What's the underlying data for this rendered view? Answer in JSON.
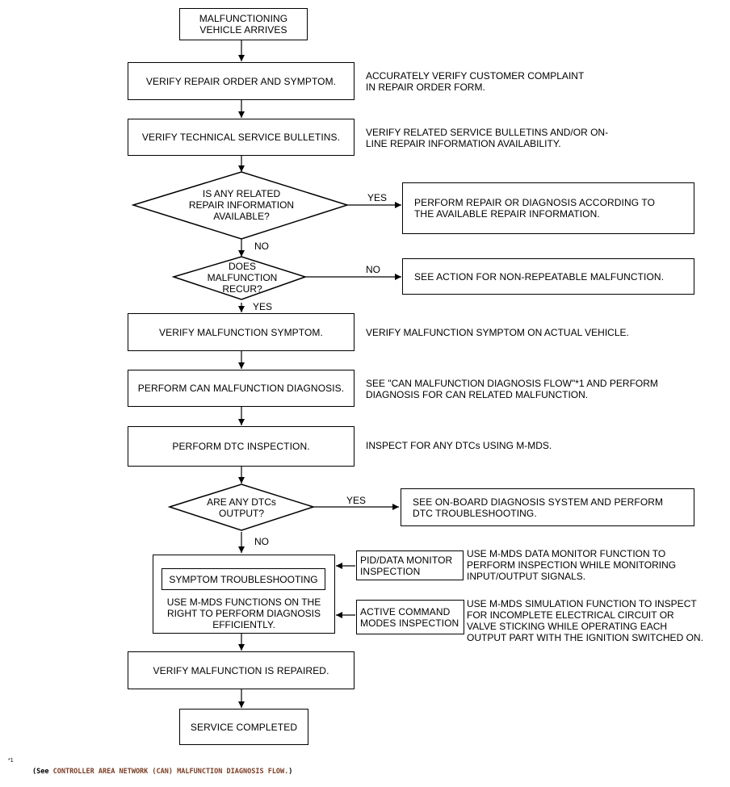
{
  "start": "MALFUNCTIONING\nVEHICLE ARRIVES",
  "steps": {
    "verify_repair_order": "VERIFY REPAIR ORDER AND SYMPTOM.",
    "verify_tsb": "VERIFY TECHNICAL SERVICE BULLETINS.",
    "verify_symptom": "VERIFY MALFUNCTION SYMPTOM.",
    "can_diag": "PERFORM CAN MALFUNCTION DIAGNOSIS.",
    "dtc_inspection": "PERFORM DTC INSPECTION.",
    "verify_repaired": "VERIFY MALFUNCTION IS REPAIRED.",
    "completed": "SERVICE COMPLETED"
  },
  "decisions": {
    "repair_info": "IS ANY RELATED\nREPAIR INFORMATION\nAVAILABLE?",
    "recur": "DOES\nMALFUNCTION\nRECUR?",
    "dtcs": "ARE ANY DTCs\nOUTPUT?"
  },
  "outcomes": {
    "repair_info_yes": "PERFORM REPAIR OR DIAGNOSIS ACCORDING TO\nTHE AVAILABLE REPAIR INFORMATION.",
    "recur_no": "SEE ACTION FOR NON-REPEATABLE MALFUNCTION.",
    "dtcs_yes": "SEE ON-BOARD DIAGNOSIS SYSTEM AND PERFORM\nDTC TROUBLESHOOTING."
  },
  "labels": {
    "yes": "YES",
    "no": "NO"
  },
  "notes": {
    "repair_order": "ACCURATELY VERIFY CUSTOMER COMPLAINT\nIN REPAIR ORDER FORM.",
    "tsb": "VERIFY RELATED SERVICE BULLETINS AND/OR ON-\nLINE REPAIR INFORMATION AVAILABILITY.",
    "symptom": "VERIFY MALFUNCTION SYMPTOM ON ACTUAL VEHICLE.",
    "can": "SEE \"CAN MALFUNCTION DIAGNOSIS FLOW\"*1 AND PERFORM\nDIAGNOSIS FOR CAN RELATED MALFUNCTION.",
    "dtc": "INSPECT FOR ANY DTCs USING M-MDS.",
    "pid": "USE M-MDS DATA MONITOR FUNCTION TO\nPERFORM INSPECTION WHILE MONITORING\nINPUT/OUTPUT SIGNALS.",
    "active": "USE M-MDS SIMULATION FUNCTION TO INSPECT\nFOR INCOMPLETE ELECTRICAL CIRCUIT OR\nVALVE STICKING WHILE OPERATING EACH\nOUTPUT PART WITH THE IGNITION SWITCHED ON."
  },
  "symptom_group": {
    "title": "SYMPTOM TROUBLESHOOTING",
    "description": "USE M-MDS FUNCTIONS ON THE\nRIGHT TO PERFORM DIAGNOSIS\nEFFICIENTLY."
  },
  "tools": {
    "pid": "PID/DATA MONITOR\nINSPECTION",
    "active": "ACTIVE COMMAND\nMODES INSPECTION"
  },
  "footnote": {
    "mark": "*1",
    "prefix": "(See ",
    "link": "CONTROLLER AREA NETWORK (CAN) MALFUNCTION DIAGNOSIS FLOW.",
    "suffix": ")"
  }
}
